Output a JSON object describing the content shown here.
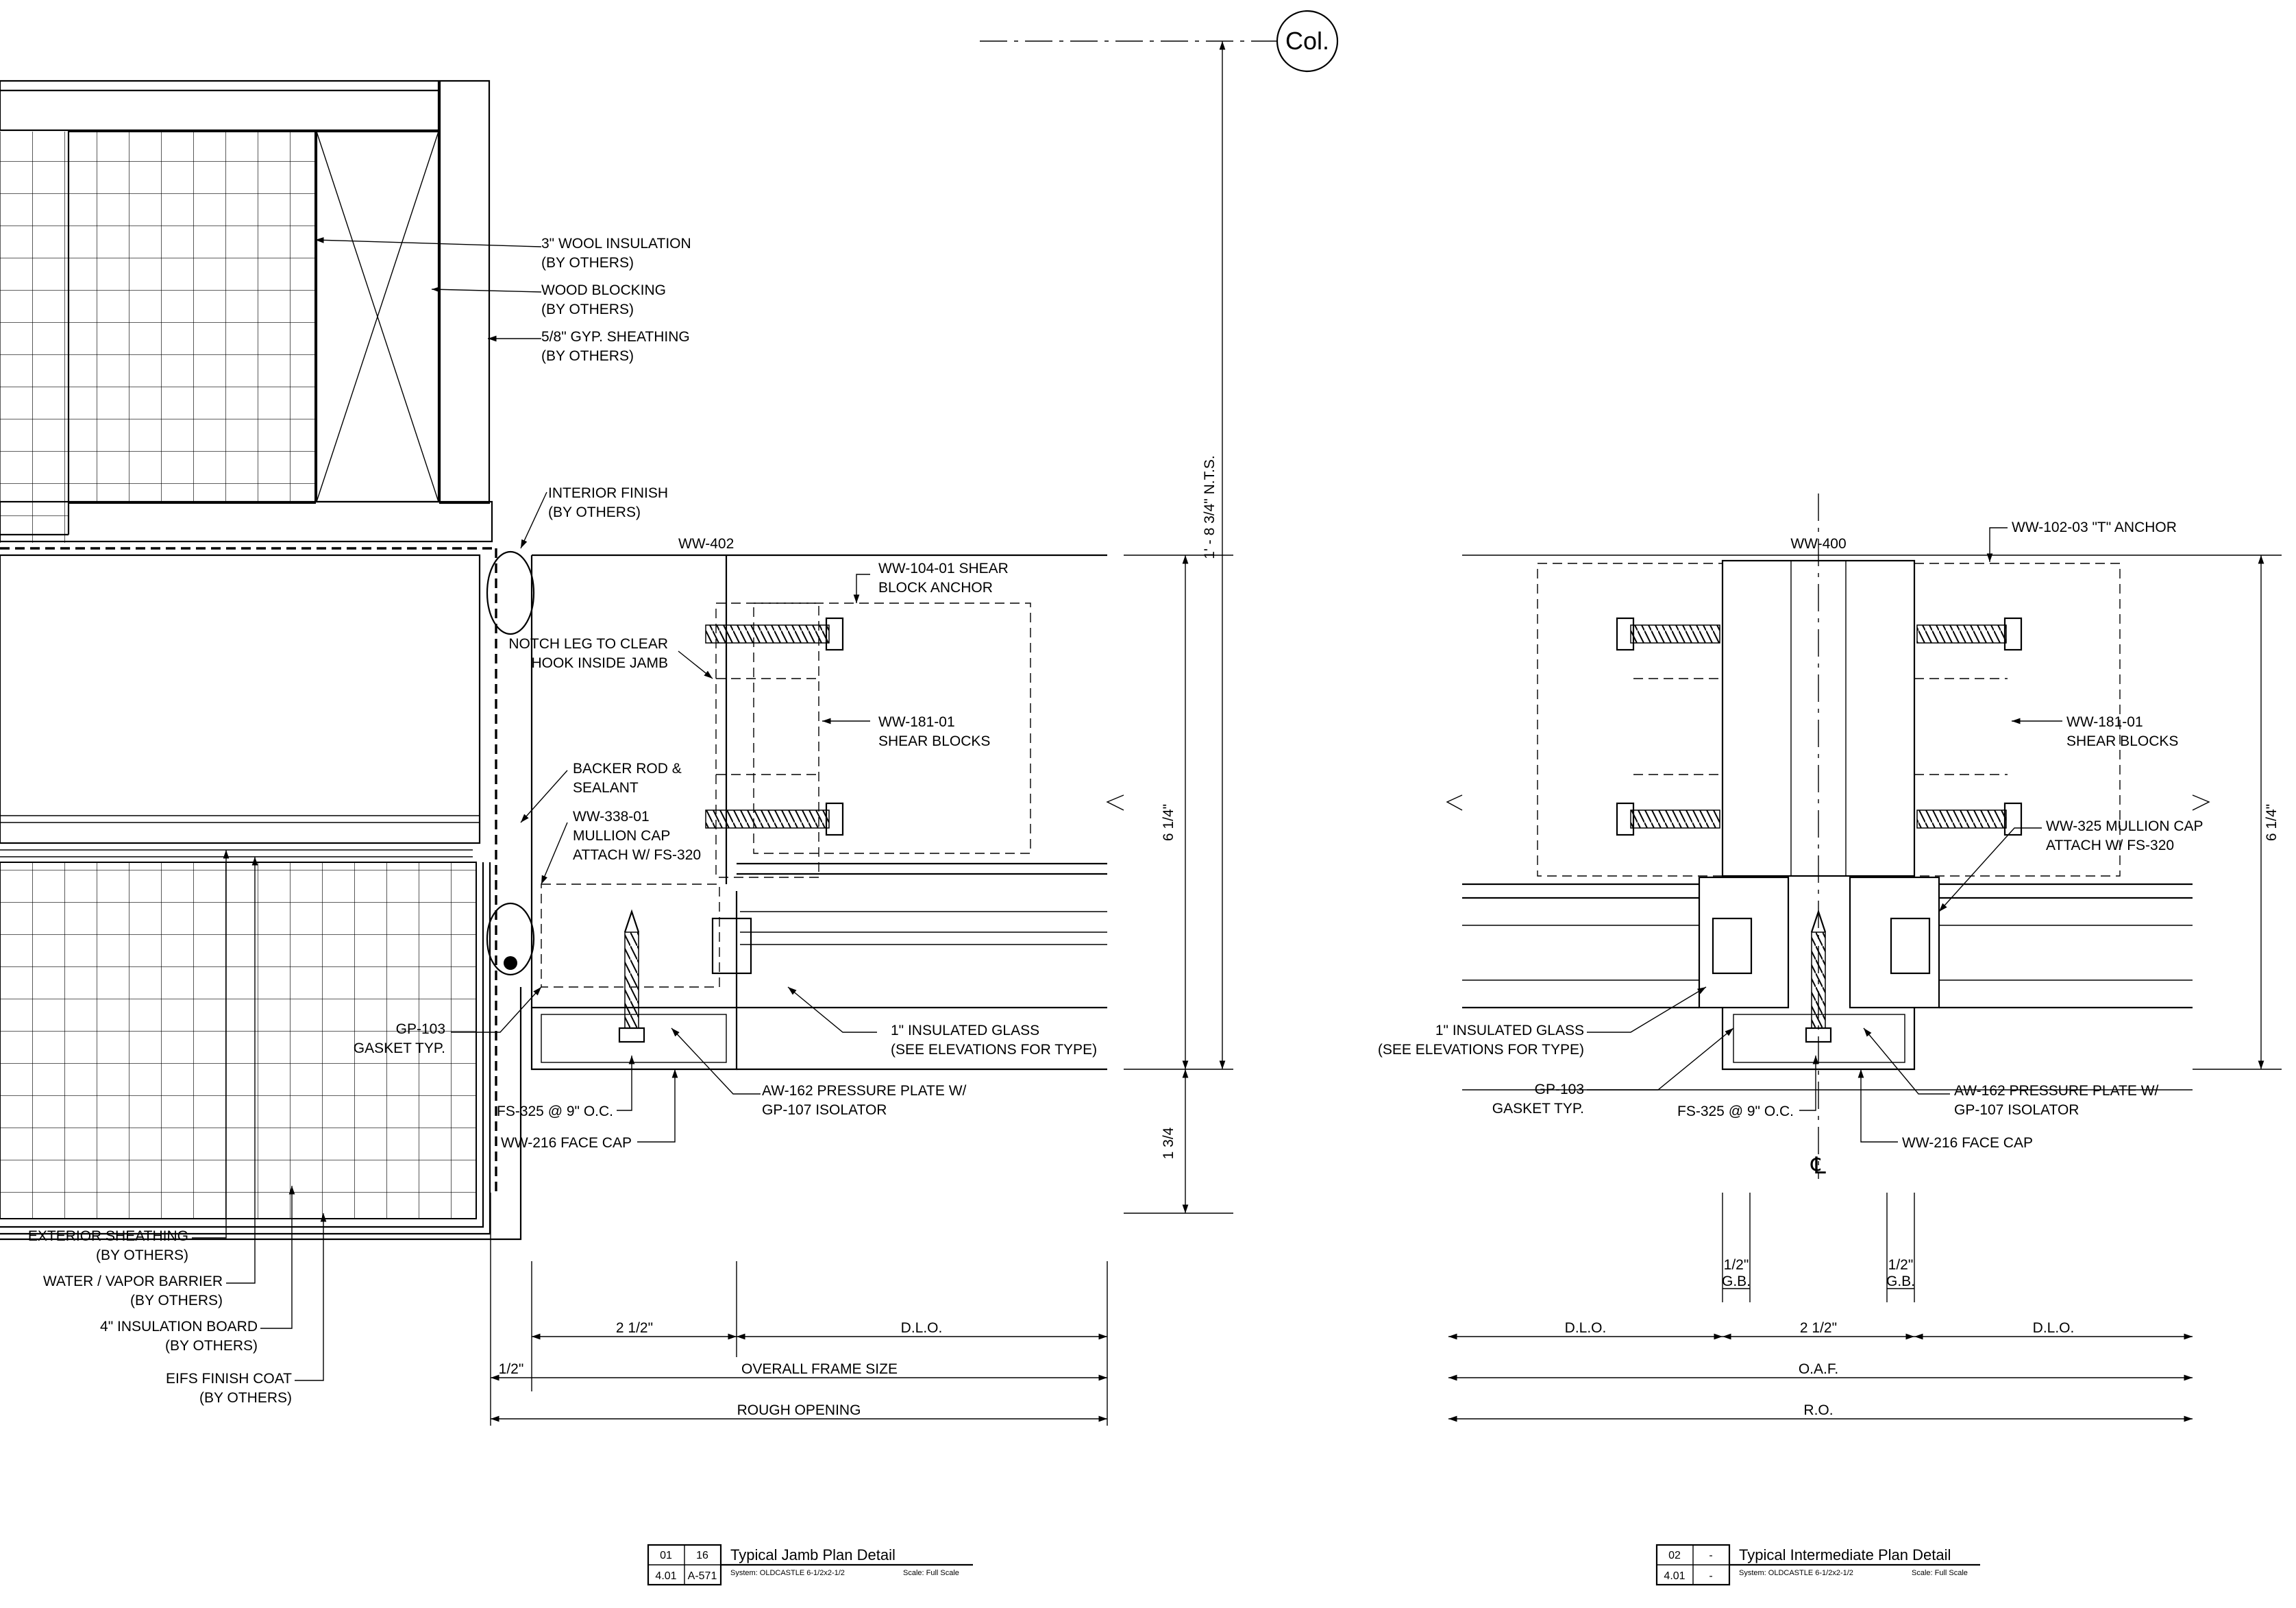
{
  "column_marker": "Col.",
  "jamb": {
    "callouts": {
      "wool_insulation": [
        "3\" WOOL INSULATION",
        "(BY OTHERS)"
      ],
      "wood_blocking": [
        "WOOD BLOCKING",
        "(BY OTHERS)"
      ],
      "gyp_sheathing": [
        "5/8\" GYP. SHEATHING",
        "(BY OTHERS)"
      ],
      "interior_finish": [
        "INTERIOR FINISH",
        "(BY OTHERS)"
      ],
      "mullion": "WW-402",
      "shear_block_anchor": [
        "WW-104-01 SHEAR",
        "BLOCK ANCHOR"
      ],
      "notch_leg": [
        "NOTCH LEG TO CLEAR",
        "HOOK INSIDE JAMB"
      ],
      "shear_blocks": [
        "WW-181-01",
        "SHEAR BLOCKS"
      ],
      "backer_rod": [
        "BACKER ROD &",
        "SEALANT"
      ],
      "mullion_cap": [
        "WW-338-01",
        "MULLION CAP",
        "ATTACH W/ FS-320"
      ],
      "gasket": [
        "GP-103",
        "GASKET TYP."
      ],
      "insulated_glass": [
        "1\" INSULATED GLASS",
        "(SEE ELEVATIONS FOR TYPE)"
      ],
      "fastener": "FS-325 @ 9\" O.C.",
      "pressure_plate": [
        "AW-162 PRESSURE PLATE W/",
        "GP-107 ISOLATOR"
      ],
      "face_cap": "WW-216 FACE CAP",
      "exterior_sheathing": [
        "EXTERIOR SHEATHING",
        "(BY OTHERS)"
      ],
      "vapor_barrier": [
        "WATER / VAPOR BARRIER",
        "(BY OTHERS)"
      ],
      "insulation_board": [
        "4\" INSULATION BOARD",
        "(BY OTHERS)"
      ],
      "eifs": [
        "EIFS FINISH COAT",
        "(BY OTHERS)"
      ]
    },
    "dimensions": {
      "overall_height": "1' - 8 3/4\" N.T.S.",
      "depth": "6 1/4\"",
      "face": "1 3/4",
      "frame_width": "2 1/2\"",
      "dlo": "D.L.O.",
      "offset": "1/2\"",
      "overall_frame": "OVERALL FRAME SIZE",
      "rough_opening": "ROUGH OPENING"
    },
    "title_block": {
      "detail_no": "01",
      "sheet_ref": "16",
      "sheet_no": "4.01",
      "sheet_ref2": "A-571",
      "title": "Typical Jamb Plan Detail",
      "system": "System: OLDCASTLE 6-1/2x2-1/2",
      "scale": "Scale: Full Scale"
    }
  },
  "intermediate": {
    "callouts": {
      "mullion": "WW-400",
      "t_anchor": "WW-102-03 \"T\" ANCHOR",
      "shear_blocks": [
        "WW-181-01",
        "SHEAR BLOCKS"
      ],
      "mullion_cap": [
        "WW-325 MULLION CAP",
        "ATTACH W/ FS-320"
      ],
      "insulated_glass": [
        "1\" INSULATED GLASS",
        "(SEE ELEVATIONS FOR TYPE)"
      ],
      "gasket": [
        "GP-103",
        "GASKET TYP."
      ],
      "fastener": "FS-325 @ 9\" O.C.",
      "pressure_plate": [
        "AW-162 PRESSURE PLATE W/",
        "GP-107 ISOLATOR"
      ],
      "face_cap": "WW-216 FACE CAP",
      "centerline": "℄"
    },
    "dimensions": {
      "depth": "6 1/4\"",
      "gb": "1/2\"",
      "gb_label": "G.B.",
      "dlo": "D.L.O.",
      "frame_width": "2 1/2\"",
      "oaf": "O.A.F.",
      "ro": "R.O."
    },
    "title_block": {
      "detail_no": "02",
      "sheet_ref": "-",
      "sheet_no": "4.01",
      "sheet_ref2": "-",
      "title": "Typical Intermediate Plan Detail",
      "system": "System: OLDCASTLE 6-1/2x2-1/2",
      "scale": "Scale: Full Scale"
    }
  }
}
